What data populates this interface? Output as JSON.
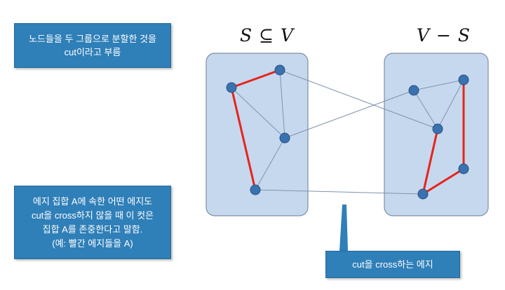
{
  "labels": {
    "set_s": "S ⊆ V",
    "set_vs": "V − S"
  },
  "callouts": {
    "top": [
      "노드들을 두 그룹으로 분할한 것을",
      "cut이라고 부름"
    ],
    "middle": [
      "에지 집합 A에 속한 어떤 에지도",
      "cut을 cross하지 않을 때 이 컷은",
      "집합 A를 존중한다고 말함.",
      "(예: 빨간 에지들을 A)"
    ],
    "bottom": "cut을 cross하는 에지"
  },
  "colors": {
    "callout_bg": "#2f7fb8",
    "region_fill": "#c5d8ee",
    "node_fill": "#3a72b0",
    "edge_gray": "#7f93ad",
    "edge_red": "#e8231c"
  }
}
